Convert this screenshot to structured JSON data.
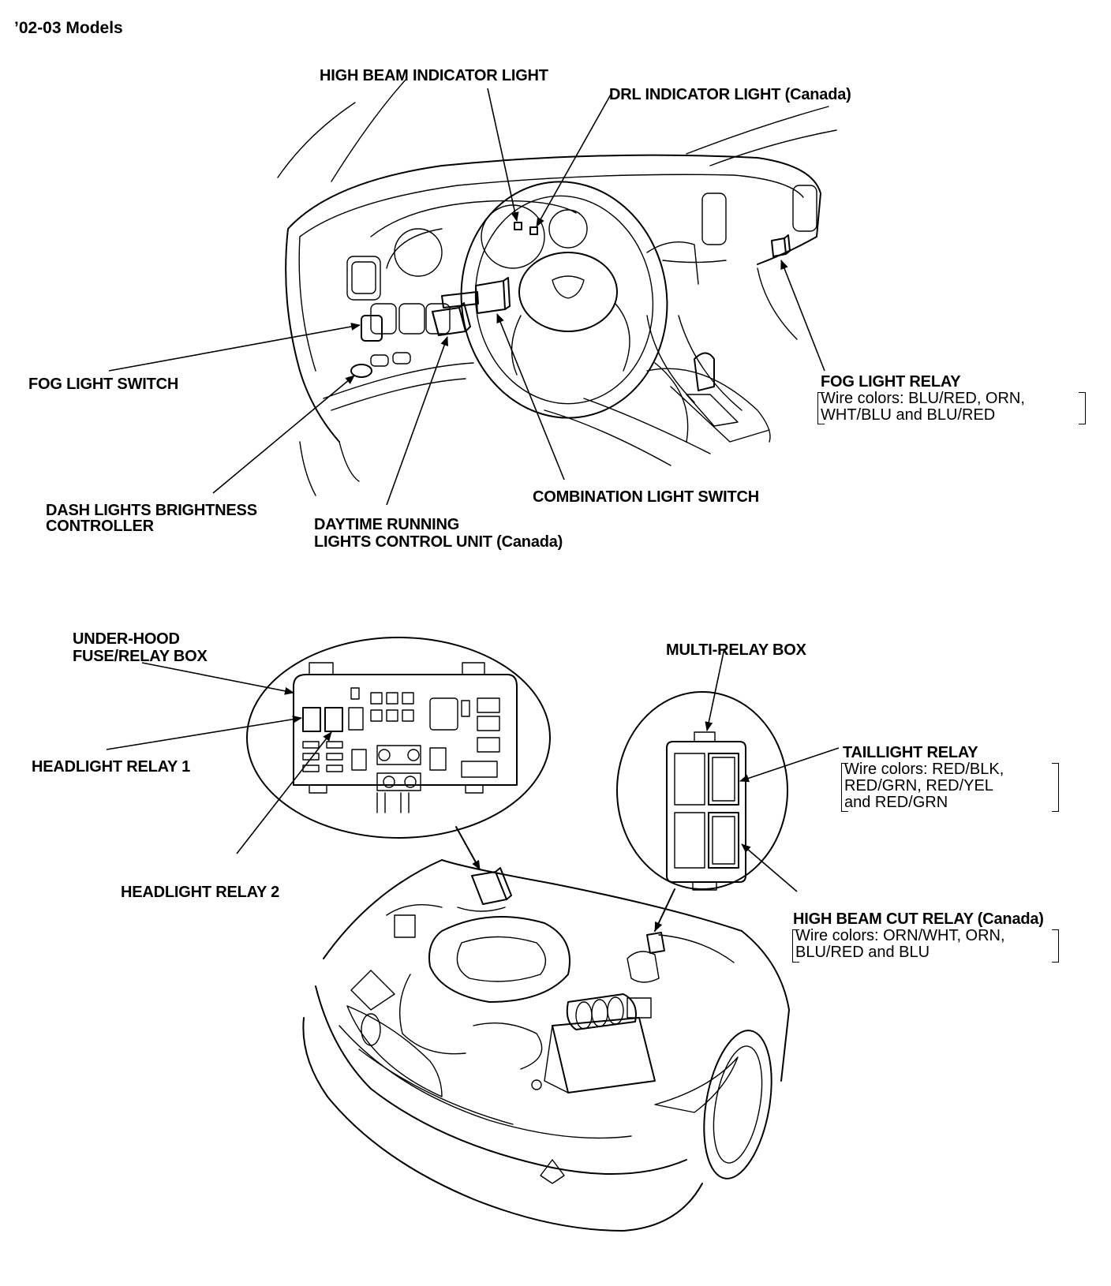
{
  "title": "’02-03 Models",
  "labels": {
    "high_beam_indicator": "HIGH BEAM INDICATOR LIGHT",
    "drl_indicator": "DRL INDICATOR LIGHT (Canada)",
    "fog_light_switch": "FOG LIGHT SWITCH",
    "fog_light_relay": "FOG LIGHT RELAY",
    "fog_light_relay_wires_1": "Wire colors: BLU/RED, ORN,",
    "fog_light_relay_wires_2": "WHT/BLU and BLU/RED",
    "dash_lights_1": "DASH LIGHTS BRIGHTNESS",
    "dash_lights_2": "CONTROLLER",
    "drl_unit_1": "DAYTIME RUNNING",
    "drl_unit_2": "LIGHTS CONTROL UNIT (Canada)",
    "combination_switch": "COMBINATION LIGHT SWITCH",
    "under_hood_1": "UNDER-HOOD",
    "under_hood_2": "FUSE/RELAY BOX",
    "headlight_relay_1": "HEADLIGHT RELAY 1",
    "headlight_relay_2": "HEADLIGHT RELAY 2",
    "multi_relay_box": "MULTI-RELAY BOX",
    "taillight_relay": "TAILLIGHT RELAY",
    "taillight_wires_1": "Wire colors: RED/BLK,",
    "taillight_wires_2": "RED/GRN, RED/YEL",
    "taillight_wires_3": "and RED/GRN",
    "high_beam_cut_relay": "HIGH BEAM CUT RELAY (Canada)",
    "high_beam_cut_wires_1": "Wire colors: ORN/WHT, ORN,",
    "high_beam_cut_wires_2": "BLU/RED and BLU"
  }
}
